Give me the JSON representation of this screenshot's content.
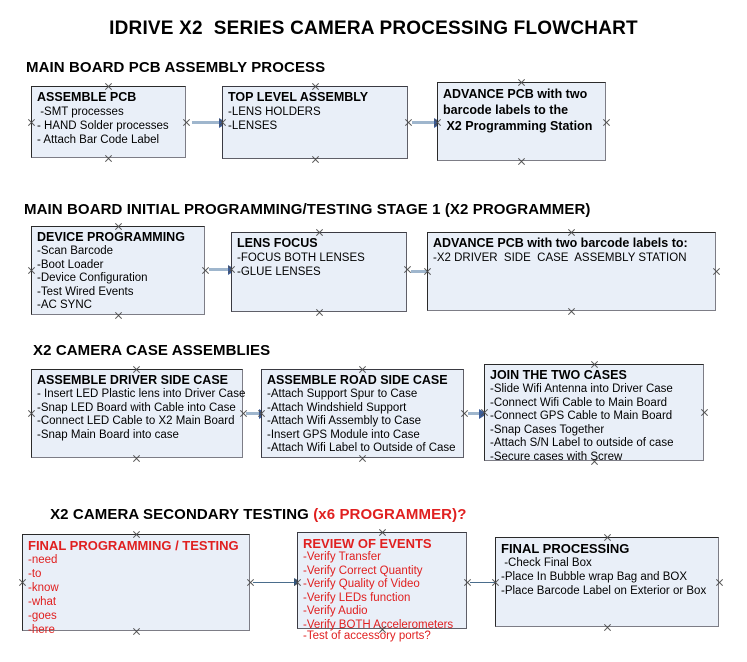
{
  "title": "IDRIVE X2  SERIES CAMERA PROCESSING FLOWCHART",
  "colors": {
    "box_fill": "#e9eff8",
    "box_border": "#2a2a2a",
    "accent_red": "#e02020",
    "connector": "#9fb6cd",
    "arrow_head": "#3b5c99",
    "text": "#000000"
  },
  "sections": [
    {
      "heading": "MAIN BOARD PCB ASSEMBLY PROCESS",
      "heading_suffix": "",
      "boxes": [
        {
          "title": "ASSEMBLE PCB",
          "lines": [
            " -SMT processes",
            "- HAND Solder processes",
            "- Attach Bar Code Label"
          ]
        },
        {
          "title": "TOP LEVEL ASSEMBLY",
          "lines": [
            "-LENS HOLDERS",
            "-LENSES"
          ]
        },
        {
          "title": "ADVANCE PCB with two",
          "lines": [
            "barcode labels to the",
            " X2 Programming Station"
          ]
        }
      ]
    },
    {
      "heading": "MAIN BOARD INITIAL PROGRAMMING/TESTING STAGE 1 (X2 PROGRAMMER)",
      "heading_suffix": "",
      "boxes": [
        {
          "title": "DEVICE PROGRAMMING",
          "lines": [
            "-Scan Barcode",
            "-Boot Loader",
            "-Device Configuration",
            "-Test Wired Events",
            "-AC SYNC"
          ]
        },
        {
          "title": "LENS FOCUS",
          "lines": [
            "-FOCUS BOTH LENSES",
            "-GLUE LENSES"
          ]
        },
        {
          "title": "ADVANCE PCB with two barcode labels to:",
          "lines": [
            "-X2 DRIVER  SIDE  CASE  ASSEMBLY STATION"
          ]
        }
      ]
    },
    {
      "heading": "X2 CAMERA CASE ASSEMBLIES",
      "heading_suffix": "",
      "boxes": [
        {
          "title": "ASSEMBLE DRIVER SIDE CASE",
          "lines": [
            "- Insert LED Plastic lens into Driver Case",
            "-Snap LED Board with Cable into Case",
            "-Connect LED Cable to X2 Main Board",
            "-Snap Main Board into case"
          ]
        },
        {
          "title": "ASSEMBLE ROAD SIDE CASE",
          "lines": [
            "-Attach Support Spur to Case",
            "-Attach Windshield Support",
            "-Attach Wifi Assembly to Case",
            "-Insert GPS Module into Case",
            "-Attach Wifi Label to Outside of Case"
          ]
        },
        {
          "title": "JOIN THE TWO CASES",
          "lines": [
            "-Slide Wifi Antenna into Driver Case",
            "-Connect Wifi Cable to Main Board",
            "-Connect GPS Cable to Main Board",
            "-Snap Cases Together",
            "-Attach S/N Label to outside of case",
            "-Secure cases with Screw"
          ]
        }
      ]
    },
    {
      "heading": "X2 CAMERA SECONDARY TESTING ",
      "heading_suffix": "(x6 PROGRAMMER)?",
      "boxes": [
        {
          "title": "FINAL PROGRAMMING / TESTING",
          "lines": [
            "-need",
            "-to",
            "-know",
            "-what",
            "-goes",
            "-here"
          ]
        },
        {
          "title": "REVIEW OF EVENTS",
          "lines": [
            "-Verify Transfer",
            "-Verify Correct Quantity",
            "-Verify Quality of Video",
            "-Verify LEDs function",
            "-Verify Audio",
            "-Verify BOTH Accelerometers"
          ],
          "overflow_line": "-Test of accessory ports?"
        },
        {
          "title": "FINAL PROCESSING",
          "lines": [
            " -Check Final Box",
            "-Place In Bubble wrap Bag and BOX",
            "-Place Barcode Label on Exterior or Box"
          ]
        }
      ]
    }
  ]
}
